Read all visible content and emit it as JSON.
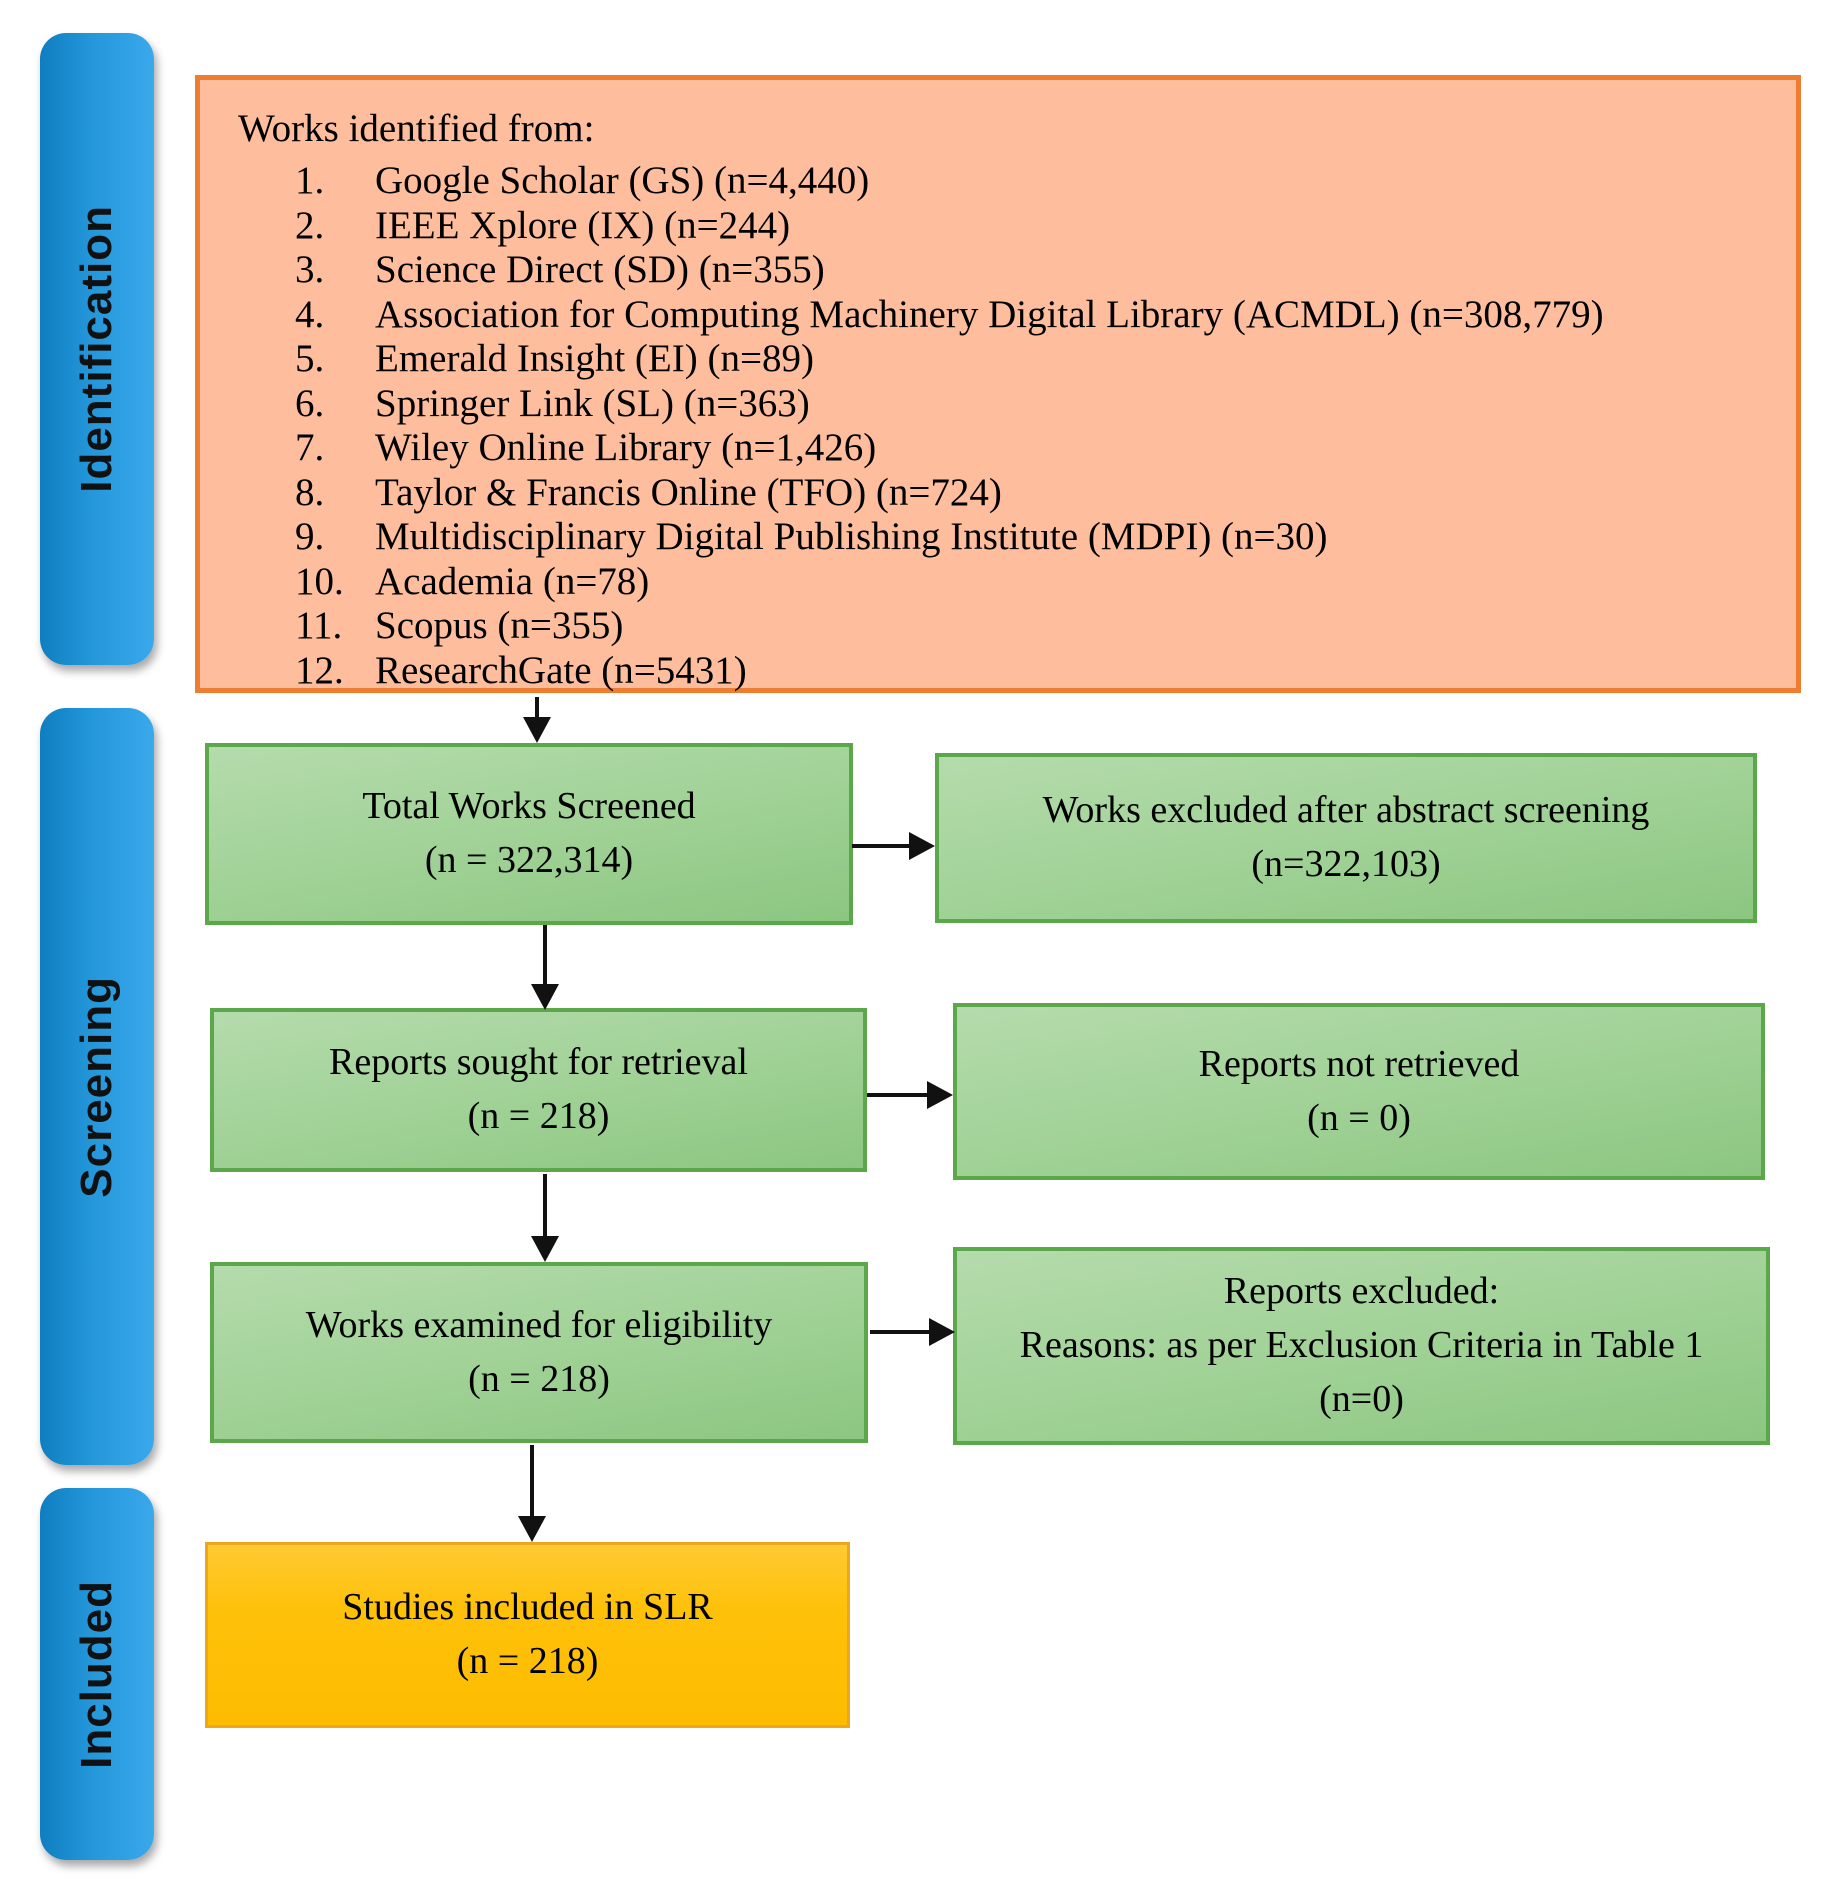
{
  "sidebar": {
    "stages": [
      {
        "label": "Identification"
      },
      {
        "label": "Screening"
      },
      {
        "label": "Included"
      }
    ]
  },
  "identification": {
    "box_title": "Works identified from:",
    "sources": [
      {
        "num": "1.",
        "text": "Google Scholar (GS) (n=4,440)"
      },
      {
        "num": "2.",
        "text": "IEEE Xplore (IX) (n=244)"
      },
      {
        "num": "3.",
        "text": "Science Direct (SD) (n=355)"
      },
      {
        "num": "4.",
        "text": "Association for Computing Machinery Digital Library (ACMDL) (n=308,779)"
      },
      {
        "num": "5.",
        "text": "Emerald Insight (EI) (n=89)"
      },
      {
        "num": "6.",
        "text": "Springer Link (SL) (n=363)"
      },
      {
        "num": "7.",
        "text": "Wiley Online Library (n=1,426)"
      },
      {
        "num": "8.",
        "text": "Taylor & Francis Online (TFO) (n=724)"
      },
      {
        "num": "9.",
        "text": "Multidisciplinary Digital Publishing Institute (MDPI) (n=30)"
      },
      {
        "num": "10.",
        "text": "Academia (n=78)"
      },
      {
        "num": "11.",
        "text": "Scopus (n=355)"
      },
      {
        "num": "12.",
        "text": "ResearchGate (n=5431)"
      }
    ]
  },
  "screening": {
    "total_screened": {
      "line1": "Total Works Screened",
      "line2": "(n = 322,314)"
    },
    "excluded_abstract": {
      "line1": "Works excluded after abstract screening",
      "line2": "(n=322,103)"
    },
    "sought_retrieval": {
      "line1": "Reports sought for retrieval",
      "line2": "(n = 218)"
    },
    "not_retrieved": {
      "line1": "Reports not retrieved",
      "line2": "(n = 0)"
    },
    "examined_eligibility": {
      "line1": "Works examined for eligibility",
      "line2": "(n = 218)"
    },
    "reports_excluded": {
      "line1": "Reports excluded:",
      "line2": "Reasons: as per Exclusion Criteria in Table 1",
      "line3": "(n=0)"
    }
  },
  "included": {
    "studies_included": {
      "line1": "Studies included in SLR",
      "line2": "(n = 218)"
    }
  },
  "colors": {
    "stage_bar_blue": "#2496da",
    "identification_fill": "#febe9d",
    "identification_border": "#ed7d31",
    "screening_fill": "#a3d399",
    "screening_border": "#5ba84b",
    "included_fill": "#fec10a",
    "included_border": "#eda71c",
    "arrow": "#111111"
  }
}
